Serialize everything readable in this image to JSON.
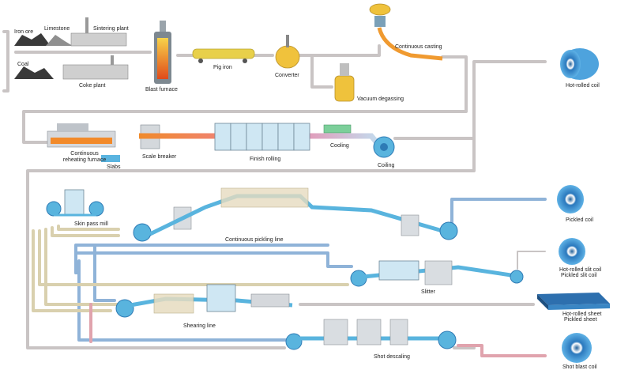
{
  "labels": {
    "iron_ore": "Iron ore",
    "limestone": "Limestone",
    "sintering_plant": "Sintering plant",
    "coal": "Coal",
    "coke_plant": "Coke plant",
    "blast_furnace": "Blast furnace",
    "pig_iron": "Pig iron",
    "converter": "Converter",
    "vacuum_degassing": "Vacuum degassing",
    "continuous_casting": "Continuous casting",
    "hot_rolled_coil": "Hot-rolled coil",
    "reheating_furnace_1": "Continuous",
    "reheating_furnace_2": "reheating furnace",
    "slabs": "Slabs",
    "scale_breaker": "Scale breaker",
    "finish_rolling": "Finish rolling",
    "cooling": "Cooling",
    "coiling": "Coiling",
    "skin_pass_mill": "Skin pass mill",
    "continuous_pickling_line": "Continuous pickling line",
    "pickled_coil": "Pickled coil",
    "hot_rolled_slit_coil": "Hot-rolled slit coil",
    "pickled_slit_coil": "Pickled slit coil",
    "slitter": "Slitter",
    "shearing_line": "Shearing line",
    "hot_rolled_sheet": "Hot-rolled sheet",
    "pickled_sheet": "Pickled sheet",
    "shot_descaling": "Shot descaling",
    "shot_blast_coil": "Shot blast coil"
  },
  "colors": {
    "main_flow": "#c9c4c4",
    "pickled_flow": "#8fb3d8",
    "raw_flow": "#d9d0ae",
    "shot_flow": "#e0a3ad",
    "equipment_blue": "#59b4de",
    "coil_blue": "#3a8ccf"
  }
}
